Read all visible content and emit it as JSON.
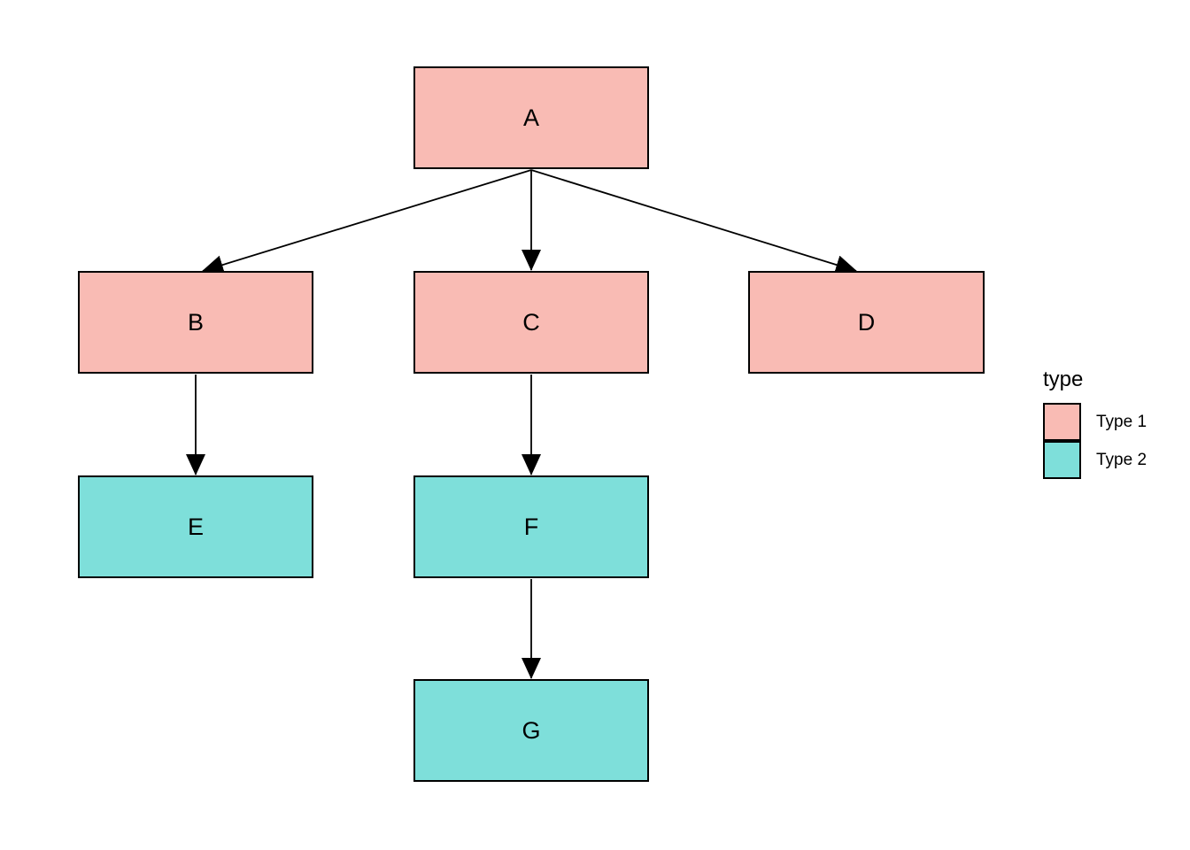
{
  "colors": {
    "type1": "#F9BBB4",
    "type2": "#7EDFDA",
    "node_border": "#000000",
    "edge": "#000000",
    "background": "#FFFFFF"
  },
  "legend": {
    "title": "type",
    "items": [
      {
        "label": "Type 1",
        "fill": "#F9BBB4"
      },
      {
        "label": "Type 2",
        "fill": "#7EDFDA"
      }
    ]
  },
  "nodes": [
    {
      "id": "A",
      "label": "A",
      "type": "Type 1",
      "fill": "#F9BBB4"
    },
    {
      "id": "B",
      "label": "B",
      "type": "Type 1",
      "fill": "#F9BBB4"
    },
    {
      "id": "C",
      "label": "C",
      "type": "Type 1",
      "fill": "#F9BBB4"
    },
    {
      "id": "D",
      "label": "D",
      "type": "Type 1",
      "fill": "#F9BBB4"
    },
    {
      "id": "E",
      "label": "E",
      "type": "Type 2",
      "fill": "#7EDFDA"
    },
    {
      "id": "F",
      "label": "F",
      "type": "Type 2",
      "fill": "#7EDFDA"
    },
    {
      "id": "G",
      "label": "G",
      "type": "Type 2",
      "fill": "#7EDFDA"
    }
  ],
  "edges": [
    {
      "from": "A",
      "to": "B"
    },
    {
      "from": "A",
      "to": "C"
    },
    {
      "from": "A",
      "to": "D"
    },
    {
      "from": "B",
      "to": "E"
    },
    {
      "from": "C",
      "to": "F"
    },
    {
      "from": "F",
      "to": "G"
    }
  ]
}
